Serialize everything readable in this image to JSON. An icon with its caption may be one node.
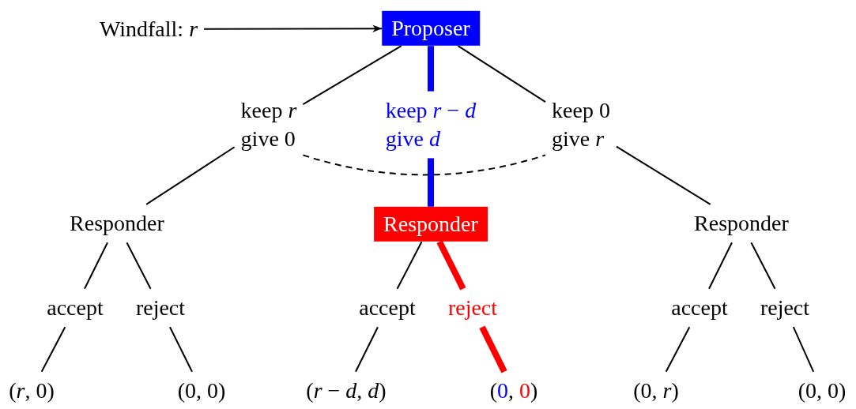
{
  "diagram": {
    "nodes": [
      {
        "text": [
          "Windfall: *r*"
        ]
      },
      {
        "text": [
          "Proposer"
        ]
      },
      {
        "text": [
          "keep *r*",
          "give 0"
        ]
      },
      {
        "text": [
          "keep *r* − *d*",
          "give *d*"
        ]
      },
      {
        "text": [
          "keep 0",
          "give *r*"
        ]
      },
      {
        "text": [
          "Responder"
        ]
      },
      {
        "text": [
          "Responder"
        ]
      },
      {
        "text": [
          "Responder"
        ]
      },
      {
        "text": [
          "accept"
        ]
      },
      {
        "text": [
          "reject"
        ]
      },
      {
        "text": [
          "accept"
        ]
      },
      {
        "text": [
          "reject"
        ]
      },
      {
        "text": [
          "accept"
        ]
      },
      {
        "text": [
          "reject"
        ]
      },
      {
        "text": [
          "(*r*, 0)"
        ]
      },
      {
        "text": [
          "(0, 0)"
        ]
      },
      {
        "text": [
          "(*r* − *d*, *d*)"
        ]
      },
      {
        "text": [
          "(0, 0)"
        ]
      },
      {
        "text": [
          "(0, *r*)"
        ]
      },
      {
        "text": [
          "(0, 0)"
        ]
      }
    ],
    "edges": [
      {
        "from": 0,
        "to": 1,
        "arrow": "to"
      },
      {
        "from": 1,
        "to": 2,
        "arrow": "none"
      },
      {
        "from": 1,
        "to": 3,
        "arrow": "none",
        "style": "thick",
        "color": "#0000ff"
      },
      {
        "from": 1,
        "to": 4,
        "arrow": "none"
      },
      {
        "from": 2,
        "to": 5,
        "arrow": "none"
      },
      {
        "from": 3,
        "to": 6,
        "arrow": "none",
        "style": "thick",
        "color": "#0000ff"
      },
      {
        "from": 4,
        "to": 7,
        "arrow": "none"
      },
      {
        "from": 2,
        "to": 4,
        "arrow": "none",
        "style": "dashed"
      },
      {
        "from": 5,
        "to": 8,
        "arrow": "none"
      },
      {
        "from": 5,
        "to": 9,
        "arrow": "none"
      },
      {
        "from": 6,
        "to": 10,
        "arrow": "none"
      },
      {
        "from": 6,
        "to": 11,
        "arrow": "none",
        "style": "thick",
        "color": "#ff0000"
      },
      {
        "from": 7,
        "to": 12,
        "arrow": "none"
      },
      {
        "from": 7,
        "to": 13,
        "arrow": "none"
      },
      {
        "from": 8,
        "to": 14,
        "arrow": "none"
      },
      {
        "from": 9,
        "to": 15,
        "arrow": "none"
      },
      {
        "from": 10,
        "to": 16,
        "arrow": "none"
      },
      {
        "from": 11,
        "to": 17,
        "arrow": "none",
        "style": "thick",
        "color": "#ff0000"
      },
      {
        "from": 12,
        "to": 18,
        "arrow": "none"
      },
      {
        "from": 13,
        "to": 19,
        "arrow": "none"
      }
    ]
  }
}
